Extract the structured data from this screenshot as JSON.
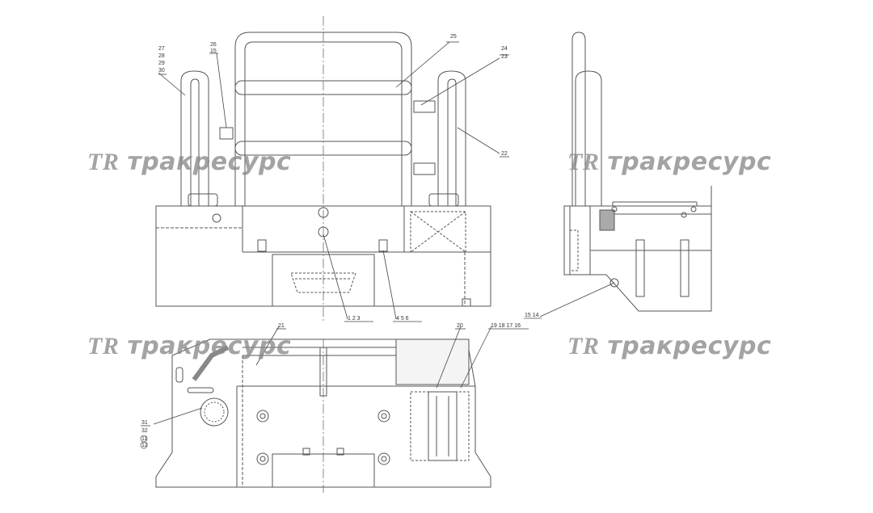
{
  "drawing": {
    "callouts": {
      "c27": "27",
      "c28": "28",
      "c29": "29",
      "c30": "30",
      "c26": "26",
      "c15a": "15",
      "c25": "25",
      "c24": "24",
      "c23": "23",
      "c22": "22",
      "c1_2_3": "1  2  3",
      "c4_5_6": "4  5  6",
      "c21": "21",
      "c20": "20",
      "c19_16": "19  18  17  16",
      "c15_14": "15  14",
      "c31": "31",
      "c32": "32",
      "c11": "11",
      "c12": "12"
    }
  },
  "watermarks": [
    {
      "logo": "TR",
      "text": "тракресурс"
    },
    {
      "logo": "TR",
      "text": "тракресурс"
    },
    {
      "logo": "TR",
      "text": "тракресурс"
    },
    {
      "logo": "TR",
      "text": "тракресурс"
    }
  ]
}
